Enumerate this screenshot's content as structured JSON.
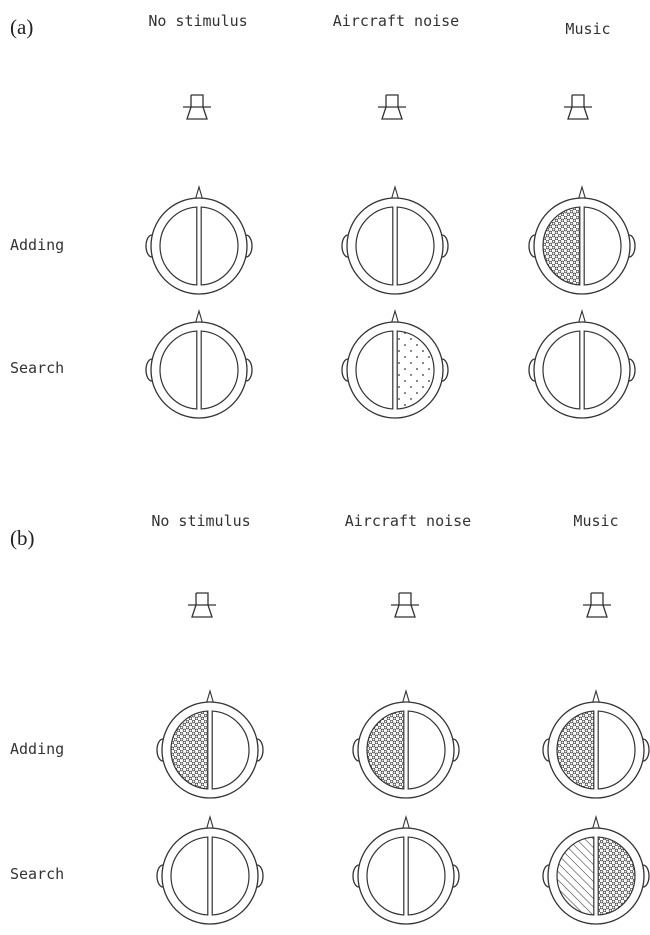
{
  "panels": [
    {
      "label": "(a)",
      "columns": [
        "No stimulus",
        "Aircraft noise",
        "Music"
      ],
      "rows": [
        {
          "label": "Adding",
          "cells": [
            {
              "left": "none",
              "right": "none"
            },
            {
              "left": "none",
              "right": "none"
            },
            {
              "left": "dense",
              "right": "none"
            }
          ]
        },
        {
          "label": "Search",
          "cells": [
            {
              "left": "none",
              "right": "none"
            },
            {
              "left": "none",
              "right": "sparse"
            },
            {
              "left": "none",
              "right": "none"
            }
          ]
        }
      ]
    },
    {
      "label": "(b)",
      "columns": [
        "No stimulus",
        "Aircraft noise",
        "Music"
      ],
      "rows": [
        {
          "label": "Adding",
          "cells": [
            {
              "left": "dense",
              "right": "none"
            },
            {
              "left": "dense",
              "right": "none"
            },
            {
              "left": "dense",
              "right": "none"
            }
          ]
        },
        {
          "label": "Search",
          "cells": [
            {
              "left": "none",
              "right": "none"
            },
            {
              "left": "none",
              "right": "none"
            },
            {
              "left": "hatched",
              "right": "dense"
            }
          ]
        }
      ]
    }
  ],
  "colors": {
    "ink": "#333333",
    "background": "#ffffff"
  },
  "icons": {
    "stimulus": "loudspeaker-icon",
    "head": "head-hemispheres-icon"
  }
}
